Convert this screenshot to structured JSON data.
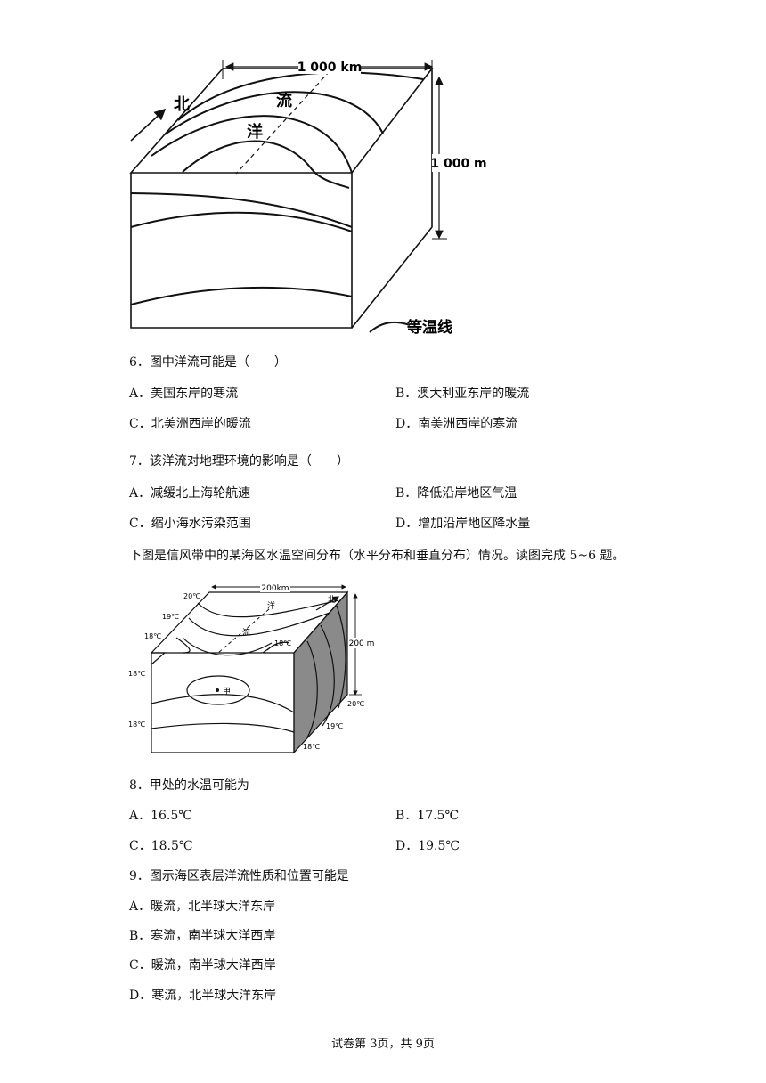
{
  "figure1": {
    "width_label": "1 000 km",
    "depth_label": "1 000 m",
    "north_label": "北",
    "current_char_1": "流",
    "current_char_2": "洋",
    "legend_label": "等温线"
  },
  "q6": {
    "stem": "6．图中洋流可能是（　　）",
    "options": [
      "A．美国东岸的寒流",
      "B．澳大利亚东岸的暖流",
      "C．北美洲西岸的暖流",
      "D．南美洲西岸的寒流"
    ]
  },
  "q7": {
    "stem": "7．该洋流对地理环境的影响是（　　）",
    "options": [
      "A．减缓北上海轮航速",
      "B．降低沿岸地区气温",
      "C．缩小海水污染范围",
      "D．增加沿岸地区降水量"
    ]
  },
  "intro": "下图是信风带中的某海区水温空间分布（水平分布和垂直分布）情况。读图完成 5~6 题。",
  "figure2": {
    "width_label": "200km",
    "depth_label": "200 m",
    "north_label": "北",
    "current_char_1": "洋",
    "current_char_2": "流",
    "point_label": "甲",
    "iso_20_top": "20℃",
    "iso_19_top": "19℃",
    "iso_18_top_left": "18℃",
    "iso_18_top_right": "18℃",
    "iso_18_front_1": "18℃",
    "iso_18_front_2": "18℃",
    "iso_20_side": "20℃",
    "iso_19_side": "19℃",
    "iso_18_side": "18℃"
  },
  "q8": {
    "stem": "8．甲处的水温可能为",
    "options": [
      "A．16.5℃",
      "B．17.5℃",
      "C．18.5℃",
      "D．19.5℃"
    ]
  },
  "q9": {
    "stem": "9．图示海区表层洋流性质和位置可能是",
    "options": [
      "A．暖流，北半球大洋东岸",
      "B．寒流，南半球大洋西岸",
      "C．暖流，南半球大洋西岸",
      "D．寒流，北半球大洋东岸"
    ]
  },
  "footer": "试卷第 3页，共 9页"
}
